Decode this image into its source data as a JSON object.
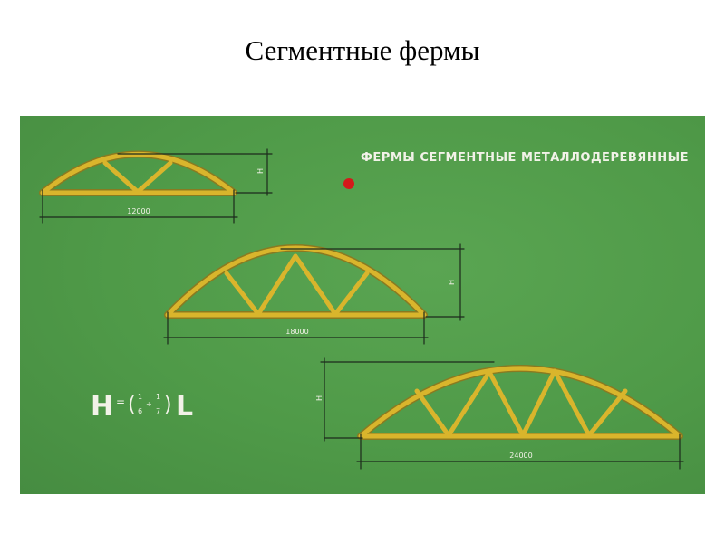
{
  "slide": {
    "title": "Сегментные фермы"
  },
  "poster": {
    "heading": "ФЕРМЫ СЕГМЕНТНЫЕ МЕТАЛЛОДЕРЕВЯННЫЕ",
    "formula": {
      "lhs": "H",
      "eq": "=",
      "f1_num": "1",
      "f1_den": "6",
      "sep": "÷",
      "f2_num": "1",
      "f2_den": "7",
      "rhs": "L"
    },
    "trusses": [
      {
        "span_label": "12000",
        "height_label": "H"
      },
      {
        "span_label": "18000",
        "height_label": "H"
      },
      {
        "span_label": "24000",
        "height_label": "H"
      }
    ],
    "colors": {
      "board": "#4f9a48",
      "truss": "#d9b52c",
      "pin": "#d41a1a"
    }
  }
}
